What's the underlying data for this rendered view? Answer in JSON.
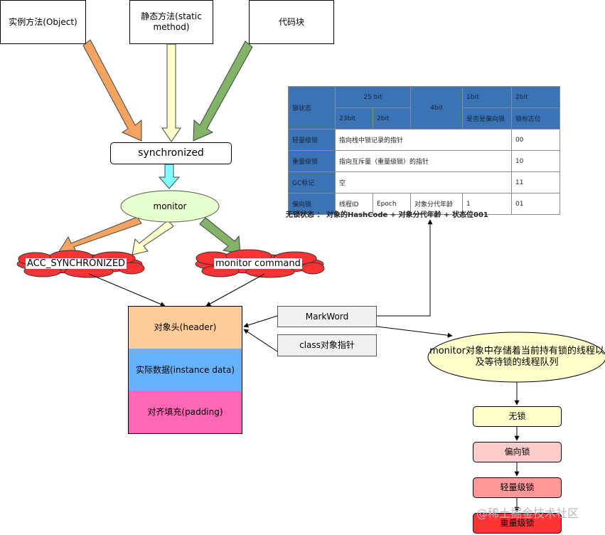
{
  "sources": {
    "instance_method": "实例方法(Object)",
    "static_method": "静态方法(static method)",
    "code_block": "代码块"
  },
  "synchronized": "synchronized",
  "monitor": "monitor",
  "acc_synchronized": "ACC_SYNCHRONIZED",
  "monitor_command": "monitor command",
  "object_layout": {
    "header": "对象头(header)",
    "instance_data": "实际数据(instance data)",
    "padding": "对齐填充(padding)"
  },
  "markword": "MarkWord",
  "class_pointer": "class对象指针",
  "monitor_desc": "monitor对象中存储着当前持有锁的线程以及等待锁的线程队列",
  "lock_states": {
    "no_lock": "无锁",
    "biased": "偏向锁",
    "lightweight": "轻量级锁",
    "heavyweight": "重量级锁"
  },
  "markword_table": {
    "header_row1": [
      "锁状态",
      "25 bit",
      "4bit",
      "1bit",
      "2bit"
    ],
    "header_row2": [
      "23bit",
      "2bit",
      "是否是偏向锁",
      "锁标志位"
    ],
    "rows": [
      {
        "state": "轻量级锁",
        "content": "指向栈中锁记录的指针",
        "flag": "00"
      },
      {
        "state": "重量级锁",
        "content": "指向互斥量（重量级锁）的指针",
        "flag": "10"
      },
      {
        "state": "GC标记",
        "content": "空",
        "flag": "11"
      }
    ],
    "biased_row": [
      "偏向锁",
      "线程ID",
      "Epoch",
      "对象分代年龄",
      "1",
      "01"
    ]
  },
  "caption": "无锁状态 ： 对象的HashCode + 对象分代年龄 + 状态位001",
  "watermark": "@稀土掘金技术社区",
  "colors": {
    "orange_arrow": "#f4a460",
    "cream_arrow": "#ffffcc",
    "green_arrow": "#82b366",
    "cyan_arrow": "#80ffff",
    "monitor_fill": "#e6ffcc",
    "red_cloud": "#ff3333",
    "header_fill": "#ffcc99",
    "instance_fill": "#66b2ff",
    "padding_fill": "#ff66b3",
    "desc_fill": "#ffffcc",
    "no_lock_fill": "#ffffcc",
    "biased_fill": "#ffcccc",
    "lightweight_fill": "#ff9999",
    "heavyweight_fill": "#ff3333",
    "table_header": "#3b73b5"
  }
}
